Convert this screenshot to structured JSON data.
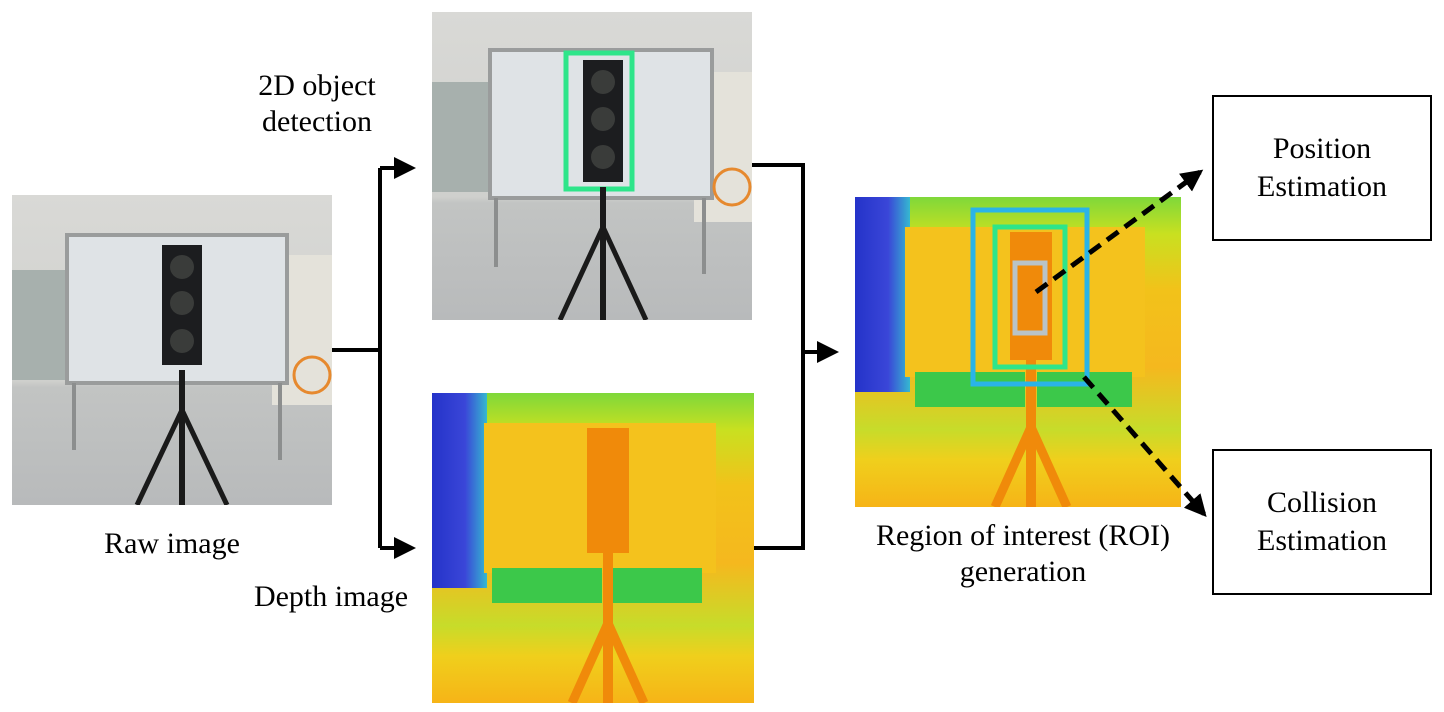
{
  "labels": {
    "raw": "Raw image",
    "detection_line1": "2D object",
    "detection_line2": "detection",
    "depth": "Depth image",
    "roi_line1": "Region of interest (ROI)",
    "roi_line2": "generation"
  },
  "outputs": {
    "position_line1": "Position",
    "position_line2": "Estimation",
    "collision_line1": "Collision",
    "collision_line2": "Estimation"
  },
  "colors": {
    "detection_box": "#2ee58a",
    "roi_outer": "#2ab4e8",
    "roi_inner": "#b9c3c7",
    "arrow": "#000000"
  }
}
